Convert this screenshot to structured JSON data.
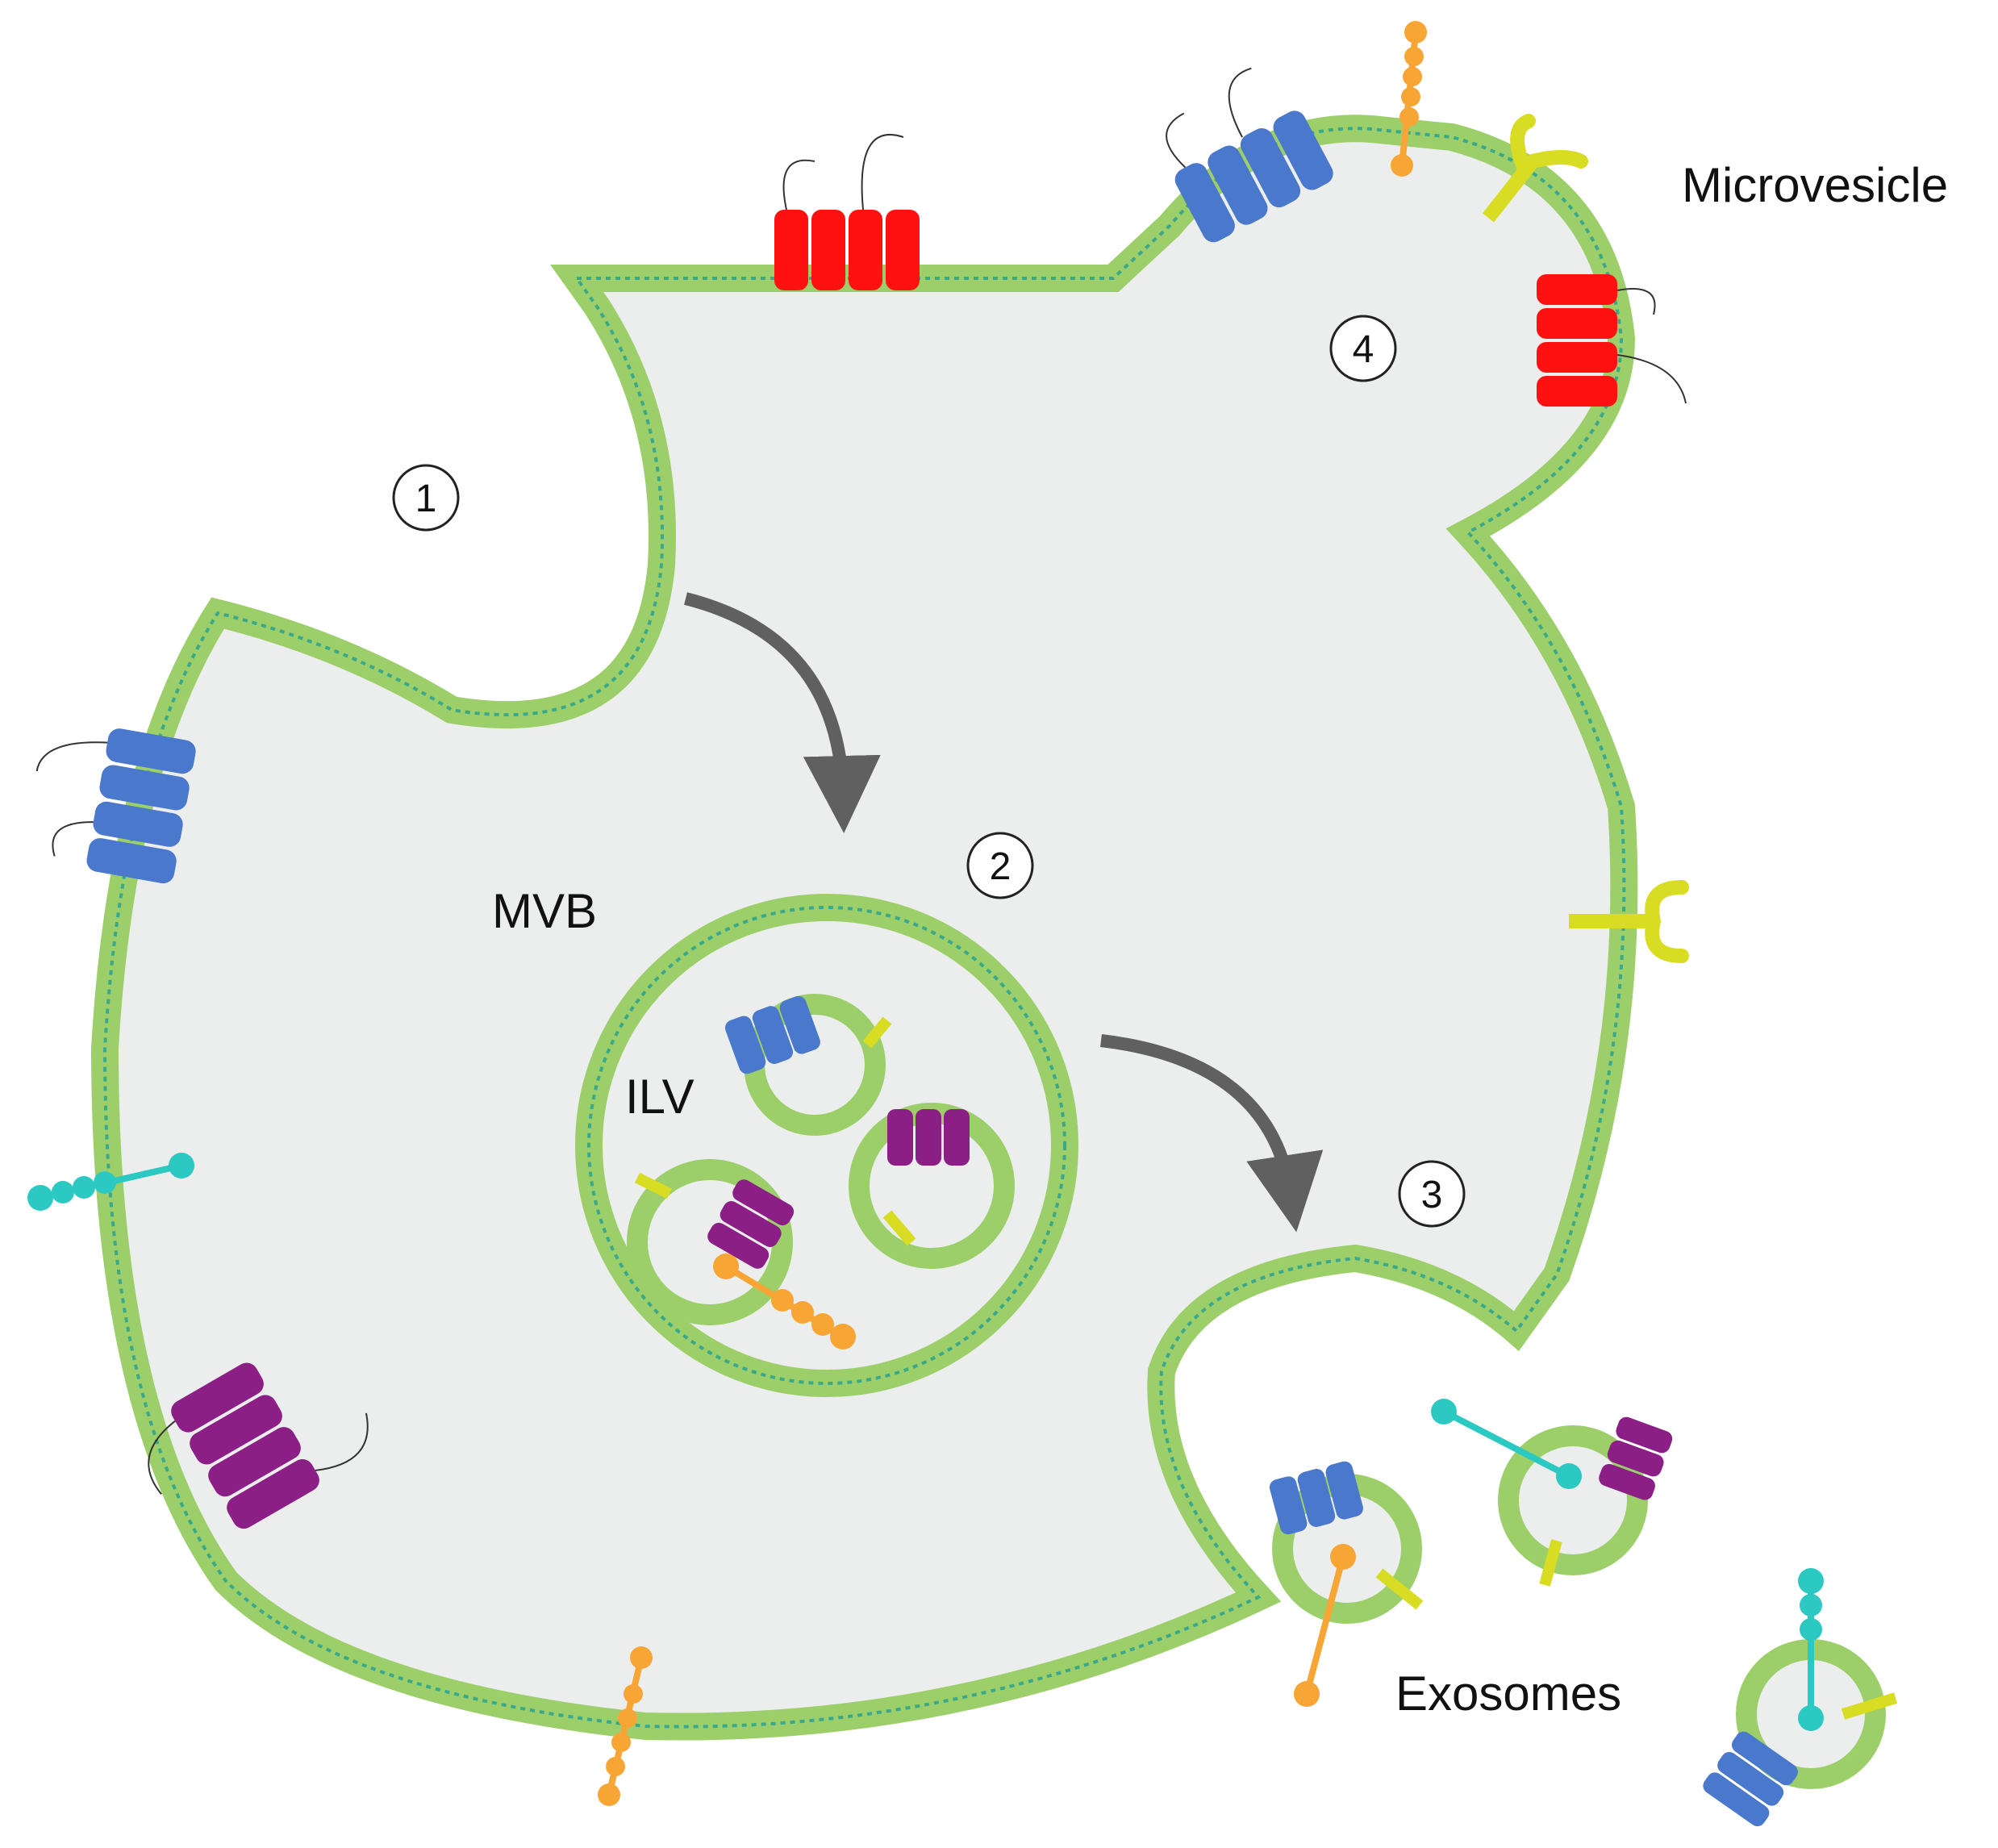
{
  "labels": {
    "microvesicle": "Microvesicle",
    "mvb": "MVB",
    "ilv": "ILV",
    "exosomes": "Exosomes"
  },
  "steps": [
    "1",
    "2",
    "3",
    "4"
  ],
  "colors": {
    "cytoplasm": "#eceeee",
    "membrane_outer": "#9ccf6a",
    "membrane_inner": "#3aa88a",
    "red_protein": "#ff1111",
    "blue_protein": "#4a78cc",
    "purple_protein": "#8c1f86",
    "yellow_receptor": "#d8dc22",
    "orange_anchor": "#f7a535",
    "cyan_anchor": "#2cc8c2",
    "arrow": "#606060"
  },
  "icons": {
    "arrow": "curved-arrow-icon",
    "tetraspanin": "transmembrane-protein-icon",
    "receptor": "y-receptor-icon",
    "anchor": "bead-chain-anchor-icon"
  }
}
